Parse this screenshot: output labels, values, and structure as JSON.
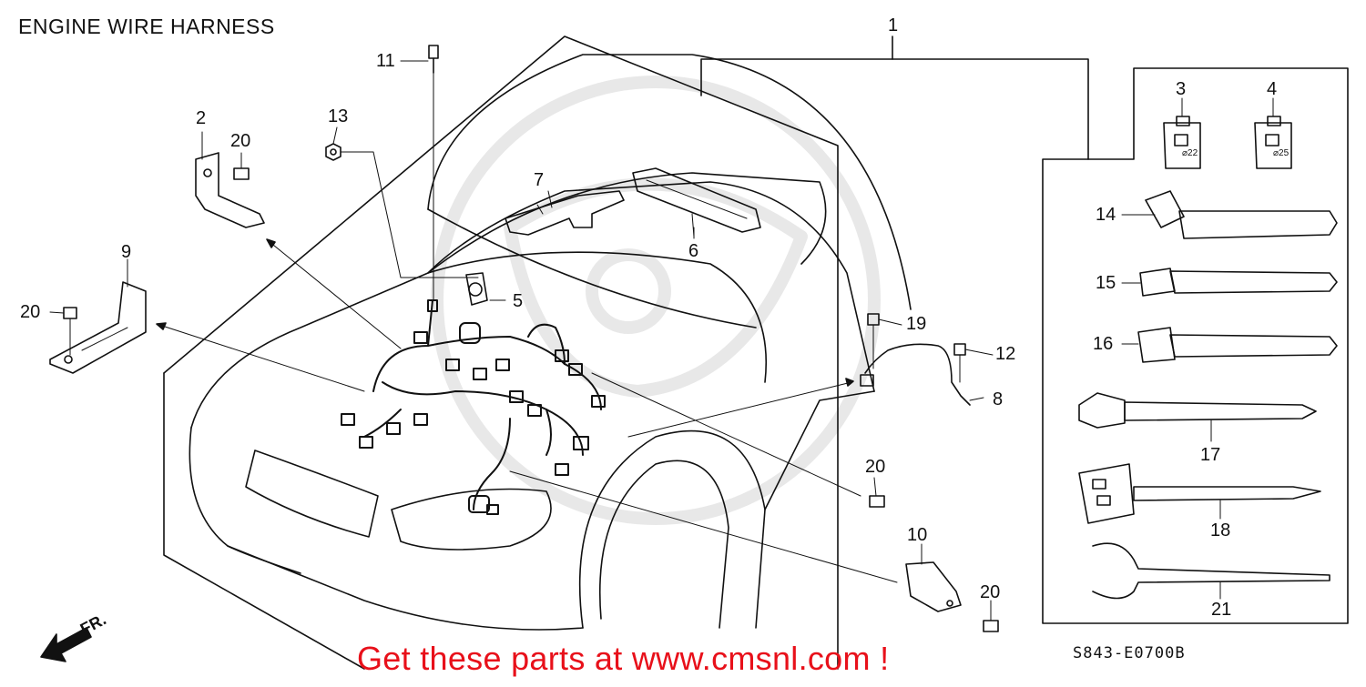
{
  "title": "ENGINE WIRE HARNESS",
  "promo": "Get these parts at www.cmsnl.com !",
  "diagram_code": "S843-E0700B",
  "direction_label": "FR.",
  "callouts": {
    "c1": "1",
    "c2": "2",
    "c3": "3",
    "c4": "4",
    "c5": "5",
    "c6": "6",
    "c7": "7",
    "c8": "8",
    "c9": "9",
    "c10": "10",
    "c11": "11",
    "c12": "12",
    "c13": "13",
    "c14": "14",
    "c15": "15",
    "c16": "16",
    "c17": "17",
    "c18": "18",
    "c19": "19",
    "c21": "21",
    "c20a": "20",
    "c20b": "20",
    "c20c": "20",
    "c20d": "20"
  },
  "part_marks": {
    "p3": "⌀22",
    "p4": "⌀25"
  }
}
